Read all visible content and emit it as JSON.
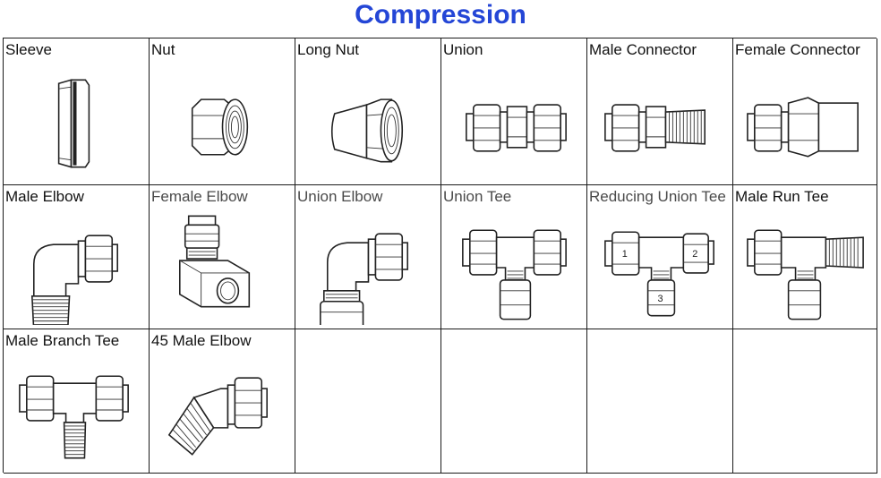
{
  "title": "Compression",
  "cells": [
    {
      "label": "Sleeve",
      "icon": "sleeve-icon"
    },
    {
      "label": "Nut",
      "icon": "nut-icon"
    },
    {
      "label": "Long Nut",
      "icon": "long-nut-icon"
    },
    {
      "label": "Union",
      "icon": "union-icon"
    },
    {
      "label": "Male Connector",
      "icon": "male-connector-icon"
    },
    {
      "label": "Female Connector",
      "icon": "female-connector-icon"
    },
    {
      "label": "Male Elbow",
      "icon": "male-elbow-icon"
    },
    {
      "label": "Female Elbow",
      "icon": "female-elbow-icon"
    },
    {
      "label": "Union Elbow",
      "icon": "union-elbow-icon"
    },
    {
      "label": "Union Tee",
      "icon": "union-tee-icon"
    },
    {
      "label": "Reducing Union Tee",
      "icon": "reducing-union-tee-icon",
      "ports": [
        "1",
        "2",
        "3"
      ]
    },
    {
      "label": "Male Run Tee",
      "icon": "male-run-tee-icon"
    },
    {
      "label": "Male Branch Tee",
      "icon": "male-branch-tee-icon"
    },
    {
      "label": "45 Male Elbow",
      "icon": "45-male-elbow-icon"
    }
  ]
}
